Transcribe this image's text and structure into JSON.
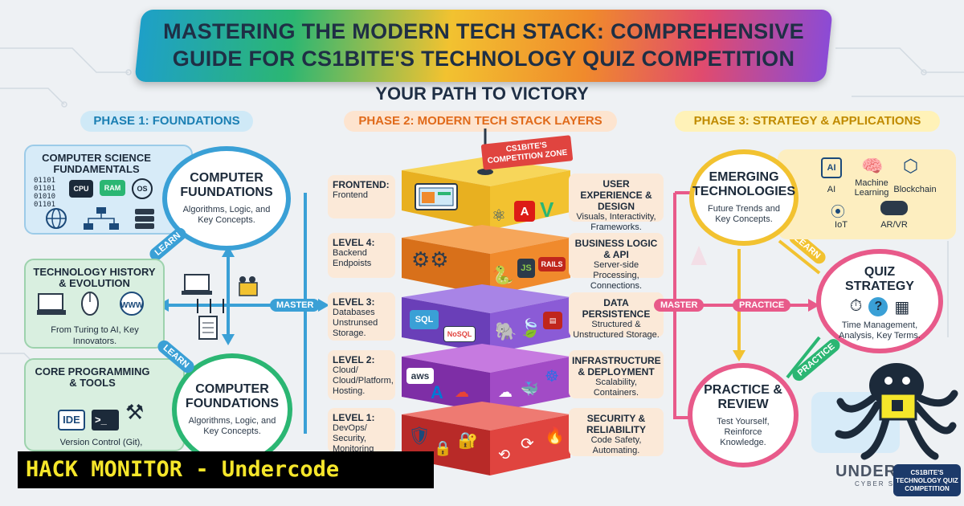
{
  "title": {
    "line1": "MASTERING THE MODERN TECH STACK: COMPREHENSIVE",
    "line2": "GUIDE FOR CS1BITE'S TECHNOLOGY QUIZ COMPETITION"
  },
  "subtitle": "YOUR PATH TO VICTORY",
  "phases": {
    "p1": "PHASE 1: FOUNDATIONS",
    "p2": "PHASE 2: MODERN TECH STACK LAYERS",
    "p3": "PHASE 3: STRATEGY & APPLICATIONS"
  },
  "phase1": {
    "cs_fund": {
      "title": "COMPUTER SCIENCE FUNDAMENTALS",
      "binary": "01101\n01101\n01010\n01101",
      "cpu": "CPU",
      "ram": "RAM",
      "os": "OS"
    },
    "foundations_top": {
      "title": "COMPUTER FUUNDATIONS",
      "sub": "Algorithms, Logic, and Key Concepts."
    },
    "history": {
      "title": "TECHNOLOGY HISTORY & EVOLUTION",
      "www": "WWW",
      "sub": "From Turing to AI, Key Innovators."
    },
    "core": {
      "title": "CORE PROGRAMMING & TOOLS",
      "ide": "IDE",
      "sub": "Version Control (Git),"
    },
    "foundations_bottom": {
      "title": "COMPUTER FOUNDATIONS",
      "sub": "Algorithms, Logic, and Key Concepts."
    },
    "learn1": "LEARN",
    "learn2": "LEARN",
    "master": "MASTER"
  },
  "phase2": {
    "zone": "CS1BITE'S COMPETITION ZONE",
    "tiers": [
      {
        "label": "FRONTEND:",
        "sub": "Frontend",
        "desc_title": "USER EXPERIENCE & DESIGN",
        "desc": "Visuals, Interactivity, Frameworks.",
        "color": "#f2c230"
      },
      {
        "label": "LEVEL 4:",
        "sub": "Backend Endpoists",
        "desc_title": "BUSINESS LOGIC & API",
        "desc": "Server-side Processing, Connections.",
        "color": "#f08a2c"
      },
      {
        "label": "LEVEL 3:",
        "sub": "Databases Unstrunsed Storage.",
        "desc_title": "DATA PERSISTENCE",
        "desc": "Structured & Unstructured Storage.",
        "color": "#8b5bd6"
      },
      {
        "label": "LEVEL 2:",
        "sub": "Cloud/ Cloud/Platform, Hosting.",
        "desc_title": "INFRASTRUCTURE & DEPLOYMENT",
        "desc": "Scalability, Containers.",
        "color": "#a24bc6"
      },
      {
        "label": "LEVEL 1:",
        "sub": "DevOps/ Security, Monitoring",
        "desc_title": "SECURITY & RELIABILITY",
        "desc": "Code Safety, Automating.",
        "color": "#e0443f"
      }
    ],
    "logos": {
      "rails": "RAILS",
      "sql": "SQL",
      "nosql": "NoSQL",
      "aws": "aws"
    }
  },
  "phase3": {
    "emerging": {
      "title": "EMERGING TECHNOLOGIES",
      "sub": "Future Trends and Key Concepts."
    },
    "icons": {
      "ai": "AI",
      "ml": "Machine Learning",
      "blockchain": "Blockchain",
      "iot": "IoT",
      "arvr": "AR/VR"
    },
    "quiz": {
      "title": "QUIZ STRATEGY",
      "sub": "Time Management, Analysis, Key Terms."
    },
    "practice_review": {
      "title": "PRACTICE & REVIEW",
      "sub": "Test Yourself, Reinforce Knowledge."
    },
    "master": "MASTER",
    "practice": "PRACTICE",
    "learn": "LEARN",
    "practice2": "PRACTICE"
  },
  "watermark": {
    "hack_monitor": "HACK MONITOR - Undercode",
    "brand": "UNDERC",
    "brand_sub": "CYBER SEC",
    "badge": "CS1BITE'S TECHNOLOGY QUIZ COMPETITION"
  },
  "colors": {
    "blue": "#3aa0d6",
    "green": "#2bb673",
    "yellow": "#f2c230",
    "orange": "#f08a2c",
    "purple": "#8b5bd6",
    "red": "#e0443f",
    "pink": "#e85a8a"
  }
}
